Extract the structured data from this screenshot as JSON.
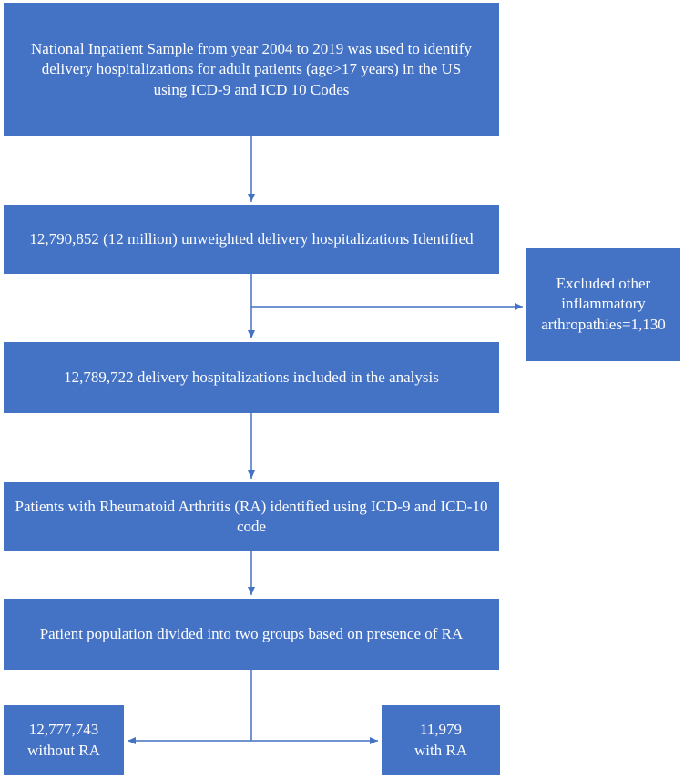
{
  "flowchart": {
    "boxes": {
      "source": "National Inpatient Sample from year 2004 to 2019 was used to identify delivery hospitalizations for adult patients (age>17 years) in the US using ICD-9 and ICD 10 Codes",
      "identified": "12,790,852 (12 million) unweighted delivery hospitalizations Identified",
      "excluded": "Excluded other\ninflammatory\narthropathies=1,130",
      "included": "12,789,722 delivery hospitalizations included in the analysis",
      "ra_identified": "Patients with Rheumatoid Arthritis (RA) identified using ICD-9 and ICD-10 code",
      "divided": "Patient population divided into two groups based on presence of RA",
      "without_ra": "12,777,743\nwithout RA",
      "with_ra": "11,979\nwith RA"
    },
    "colors": {
      "box_fill": "#4472C4",
      "box_text": "#FFFFFF",
      "connector": "#4472C4"
    }
  }
}
